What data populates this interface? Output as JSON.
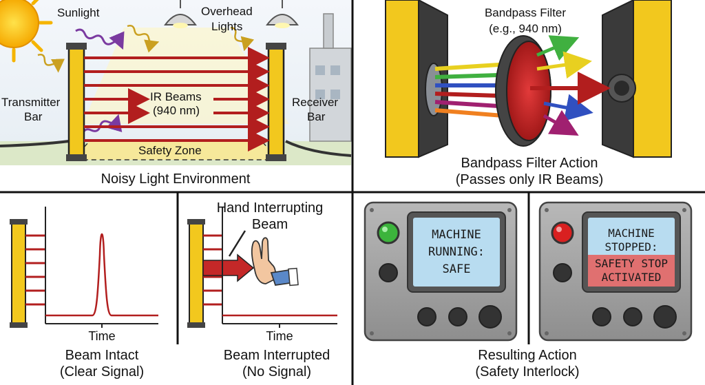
{
  "panel_environment": {
    "sunlight_label": "Sunlight",
    "overhead_label_line1": "Overhead",
    "overhead_label_line2": "Lights",
    "transmitter_label_line1": "Transmitter",
    "transmitter_label_line2": "Bar",
    "beams_label_line1": "IR Beams",
    "beams_label_line2": "(940 nm)",
    "receiver_label_line1": "Receiver",
    "receiver_label_line2": "Bar",
    "zone_label": "Safety Zone",
    "caption": "Noisy Light Environment"
  },
  "panel_filter": {
    "filter_label_line1": "Bandpass Filter",
    "filter_label_line2": "(e.g., 940 nm)",
    "caption_line1": "Bandpass Filter Action",
    "caption_line2": "(Passes only IR Beams)"
  },
  "panel_intact": {
    "axis_label": "Time",
    "caption_line1": "Beam Intact",
    "caption_line2": "(Clear Signal)"
  },
  "panel_interrupted": {
    "hand_label_line1": "Hand Interrupting",
    "hand_label_line2": "Beam",
    "axis_label": "Time",
    "caption_line1": "Beam Interrupted",
    "caption_line2": "(No Signal)"
  },
  "panel_action": {
    "screen_running_line1": "MACHINE",
    "screen_running_line2": "RUNNING:",
    "screen_running_line3": "SAFE",
    "screen_stopped_line1": "MACHINE",
    "screen_stopped_line2": "STOPPED:",
    "screen_stopped_line3": "SAFETY STOP",
    "screen_stopped_line4": "ACTIVATED",
    "caption_line1": "Resulting Action",
    "caption_line2": "(Safety Interlock)"
  },
  "colors": {
    "beam": "#b21e1e",
    "bar_yellow": "#f2c81e",
    "green_light": "#3cb43c",
    "red_light": "#d92020",
    "screen": "#b8dcf0",
    "alarm": "#e07070"
  }
}
